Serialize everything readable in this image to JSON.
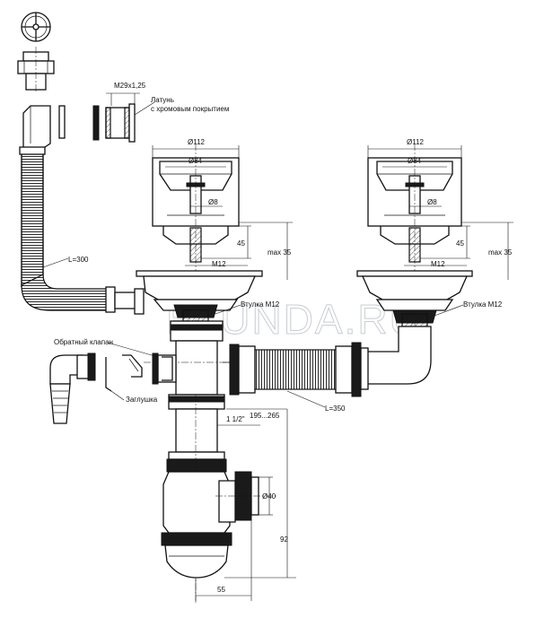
{
  "labels": {
    "thread": "M29x1,25",
    "material_line1": "Латунь",
    "material_line2": "с хромовым покрытием",
    "hose_left": "L=300",
    "hose_right": "L=350",
    "check_valve": "Обратный клапан",
    "plug": "Заглушка",
    "bushing_left": "Втулка M12",
    "bushing_right": "Втулка M12",
    "watermark": "ELUNDA.RU"
  },
  "dimensions": {
    "d112_left": "Ø112",
    "d84_left": "Ø84",
    "d8_left": "Ø8",
    "d112_right": "Ø112",
    "d84_right": "Ø84",
    "d8_right": "Ø8",
    "h45_left": "45",
    "h45_right": "45",
    "m12_left": "M12",
    "m12_right": "M12",
    "max35_left": "max 35",
    "max35_right": "max 35",
    "range": "195...265",
    "thread_pipe": "1 1/2\"",
    "d40": "Ø40",
    "h92": "92",
    "w55": "55"
  }
}
